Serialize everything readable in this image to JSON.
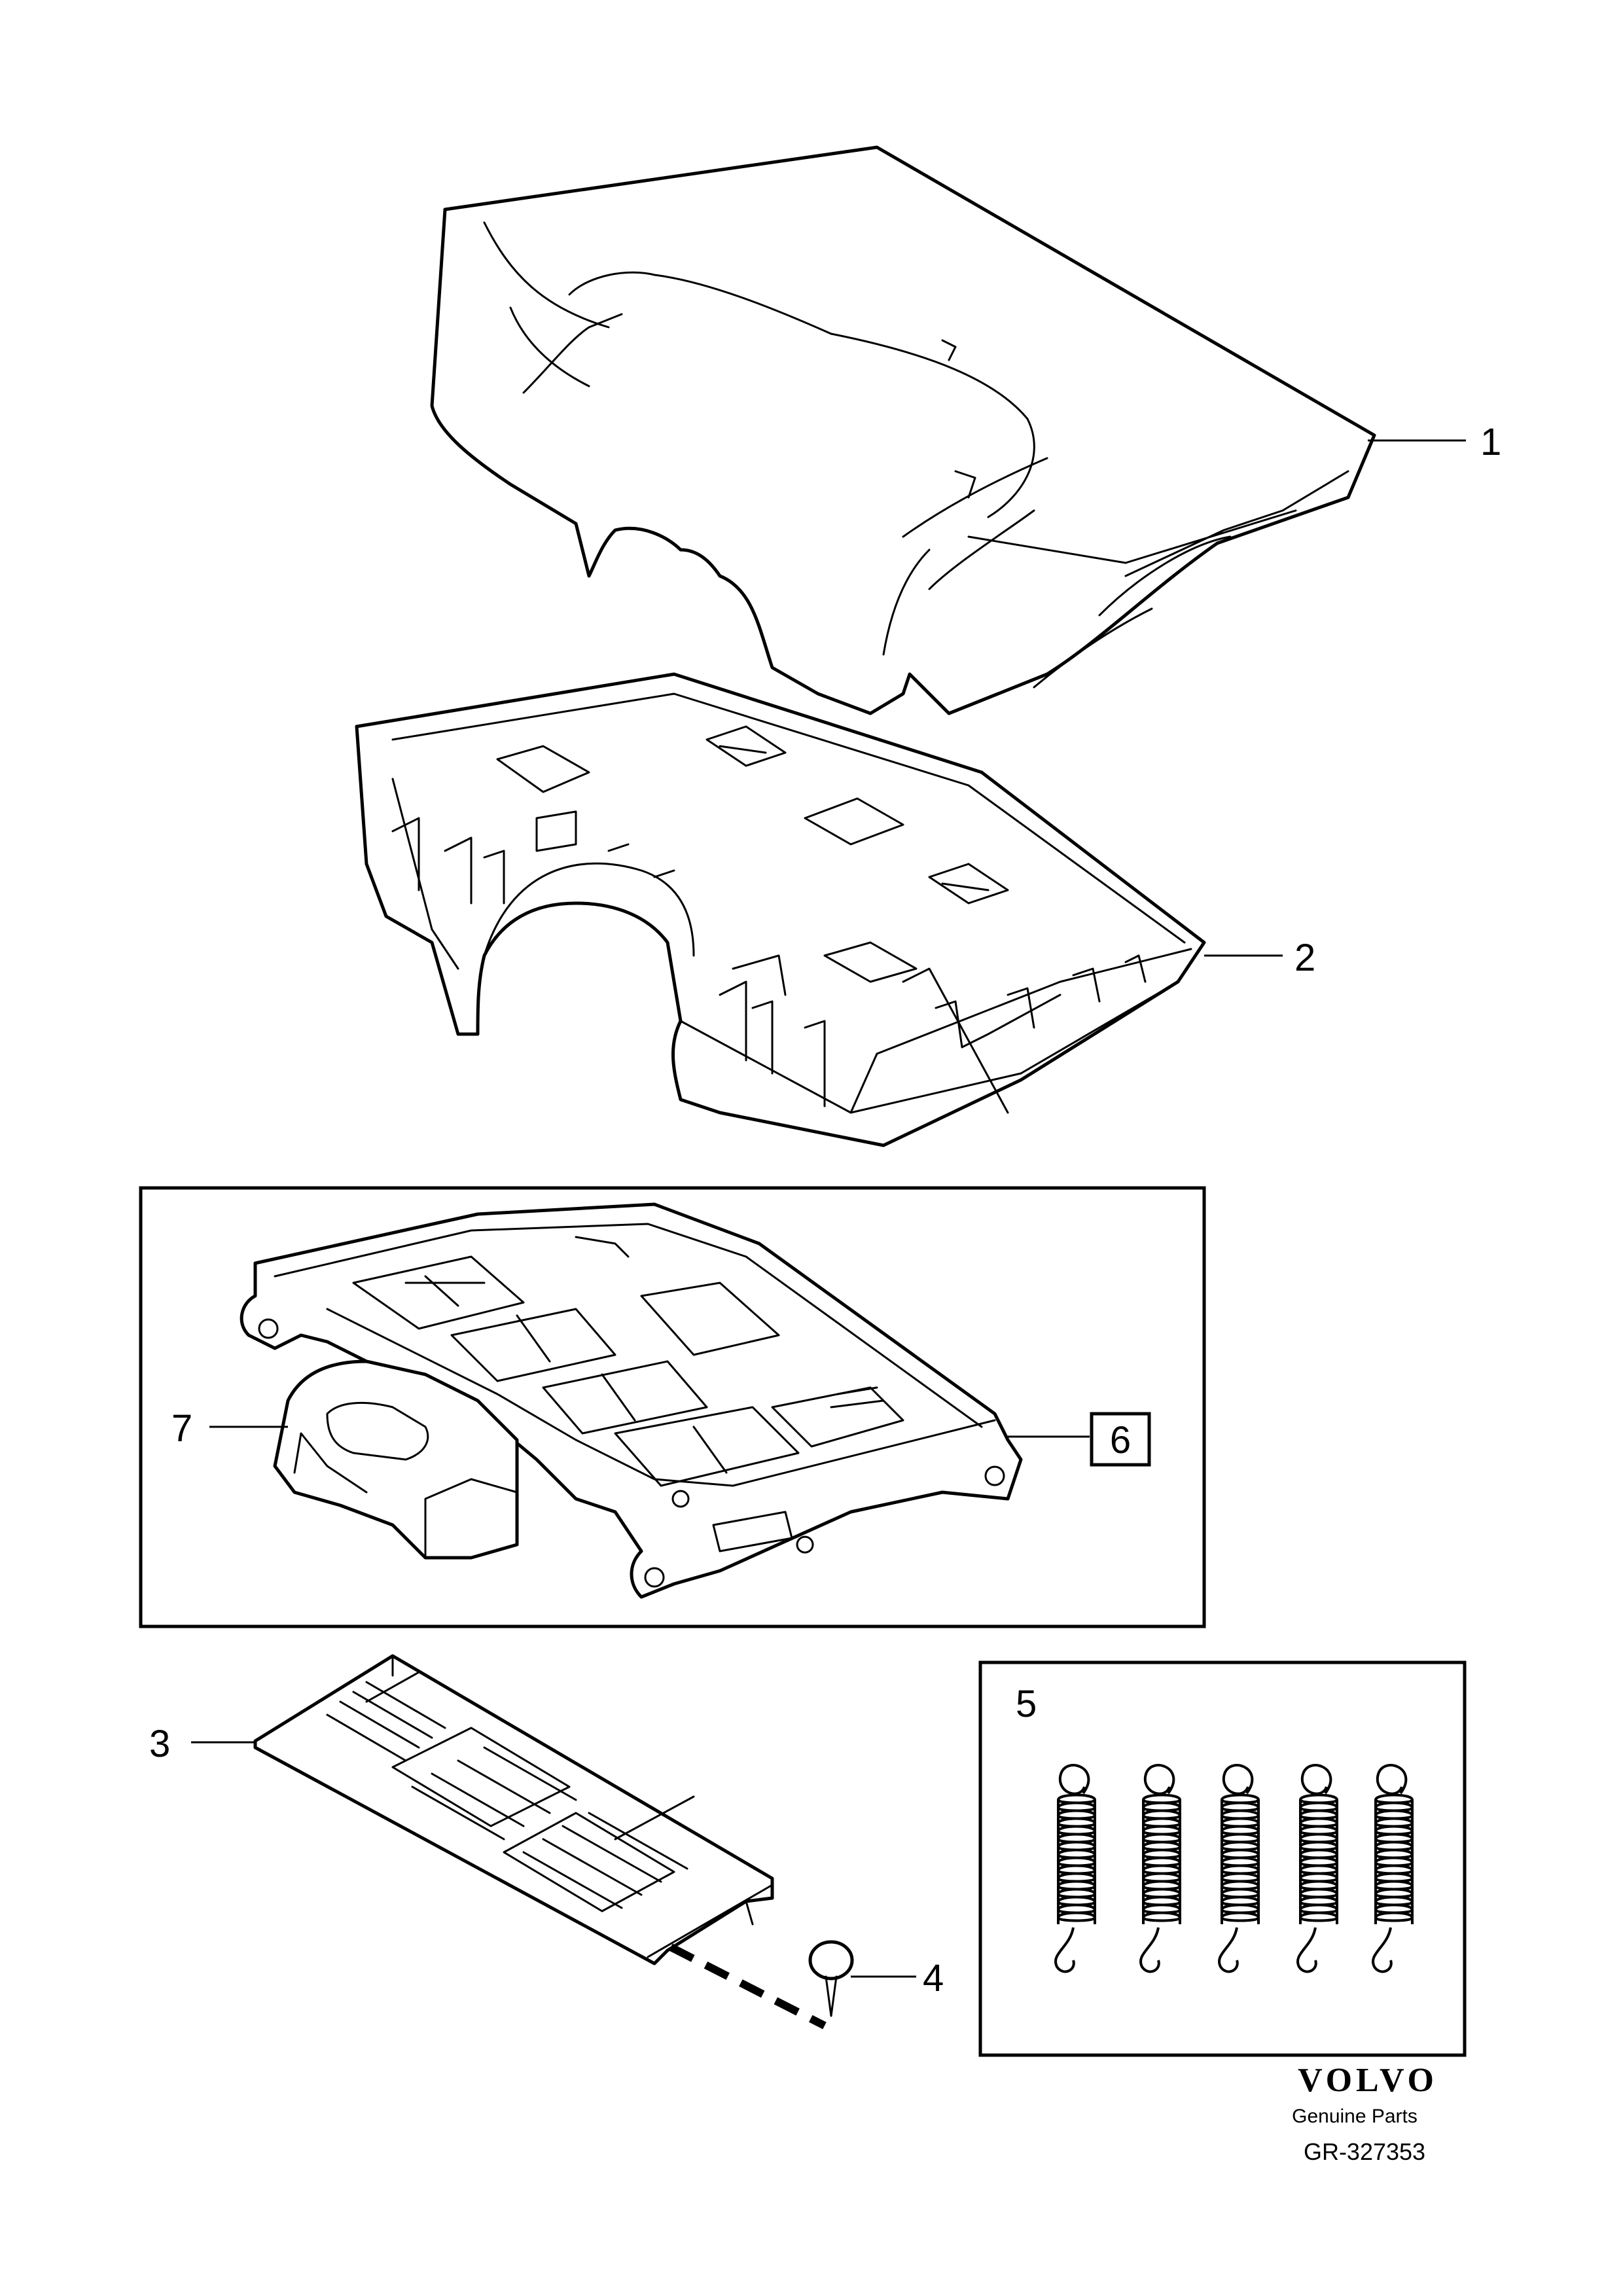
{
  "callouts": {
    "c1": "1",
    "c2": "2",
    "c3": "3",
    "c4": "4",
    "c5": "5",
    "c6": "6",
    "c7": "7"
  },
  "brand": {
    "logo": "VOLVO",
    "tagline": "Genuine Parts",
    "reference": "GR-327353"
  }
}
